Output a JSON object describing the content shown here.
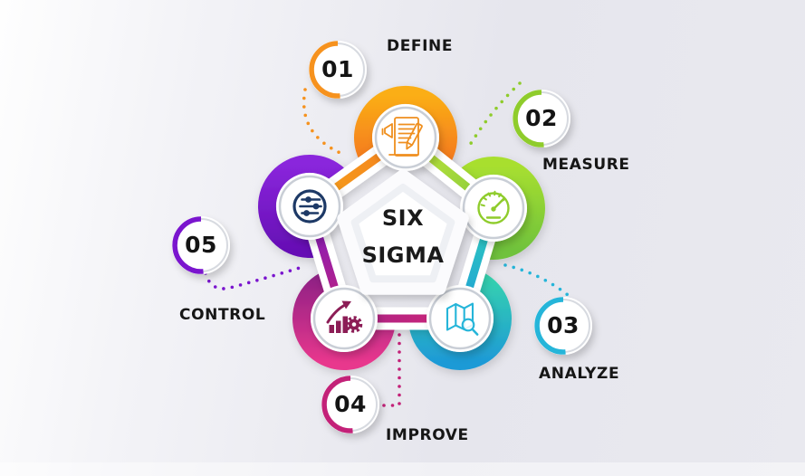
{
  "center": {
    "title_line1": "SIX",
    "title_line2": "SIGMA",
    "shape_color": "#ffffff"
  },
  "stages": [
    {
      "number": "01",
      "label": "DEFINE",
      "color": "#F6921E",
      "color_secondary": "#F2691F",
      "icon": "document-pencil-megaphone-icon"
    },
    {
      "number": "02",
      "label": "MEASURE",
      "color": "#8FCC2C",
      "color_secondary": "#6FC23C",
      "icon": "speedometer-gauge-icon"
    },
    {
      "number": "03",
      "label": "ANALYZE",
      "color": "#25B5D9",
      "color_secondary": "#1E9AD6",
      "icon": "map-magnifier-icon"
    },
    {
      "number": "04",
      "label": "IMPROVE",
      "color": "#C32178",
      "color_secondary": "#E8378D",
      "icon": "growth-chart-gear-icon"
    },
    {
      "number": "05",
      "label": "CONTROL",
      "color": "#7A15CE",
      "color_secondary": "#660FB5",
      "icon": "sliders-icon"
    }
  ]
}
